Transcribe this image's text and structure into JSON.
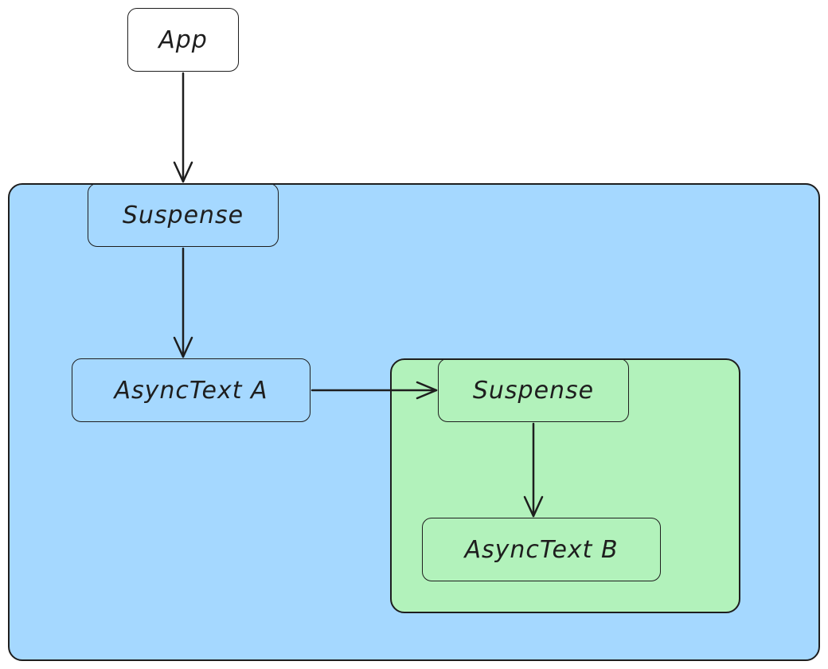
{
  "colors": {
    "outer_region_fill": "#a5d8ff",
    "inner_region_fill": "#b2f2bb",
    "stroke": "#1e1e1e"
  },
  "nodes": {
    "app": "App",
    "suspense_outer": "Suspense",
    "async_text_a": "AsyncText A",
    "suspense_inner": "Suspense",
    "async_text_b": "AsyncText B"
  }
}
